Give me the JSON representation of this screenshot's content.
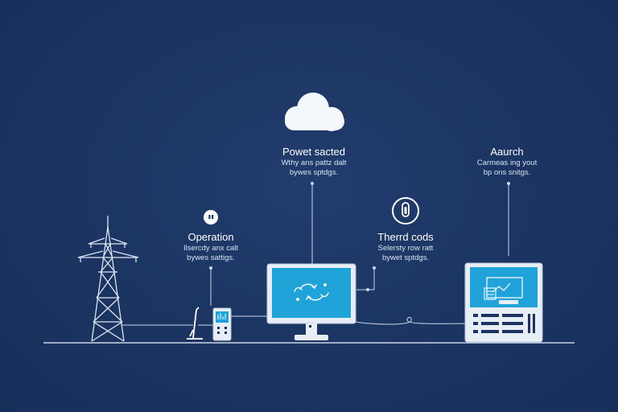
{
  "colors": {
    "background": "#1b3461",
    "line": "#c9d6ea",
    "screen_accent": "#1fa3d9",
    "cloud": "#f4f7fb"
  },
  "nodes": {
    "cloud": {
      "icon": "cloud-icon",
      "title": "Powet sacted",
      "line1": "Wthy ans pattz dalt",
      "line2": "bywes sptdgs."
    },
    "search": {
      "icon": "desktop-computer-icon",
      "title": "Aaurch",
      "line1": "Carmeas ing yout",
      "line2": "bp ons snitgs."
    },
    "operation": {
      "icon": "info-bubble-icon",
      "title": "Operation",
      "line1": "Ilsercdy anx calt",
      "line2": "bywes sattigs."
    },
    "thermal": {
      "icon": "thermometer-icon",
      "title": "Therrd cods",
      "line1": "Selersty row ratt",
      "line2": "bywet sptdgs."
    }
  }
}
